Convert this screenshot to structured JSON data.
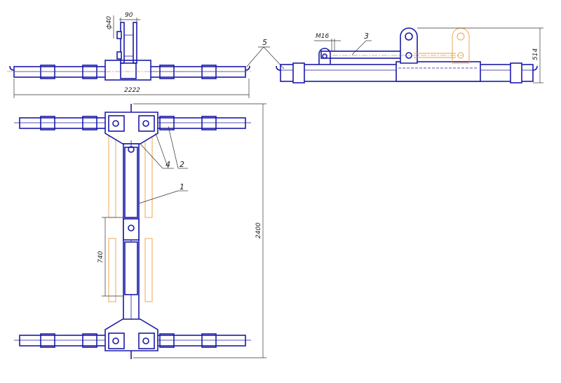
{
  "dimensions": {
    "pin_diameter": "ф40",
    "mount_width": "90",
    "overall_width": "2222",
    "thread": "M16",
    "height": "514",
    "cylinder_stroke": "740",
    "overall_length": "2400"
  },
  "callouts": {
    "item1": "1",
    "item2": "2",
    "item3": "3",
    "item4": "4",
    "item5": "5"
  },
  "colors": {
    "part": "#1a1aa8",
    "phantom": "#e8a040"
  }
}
